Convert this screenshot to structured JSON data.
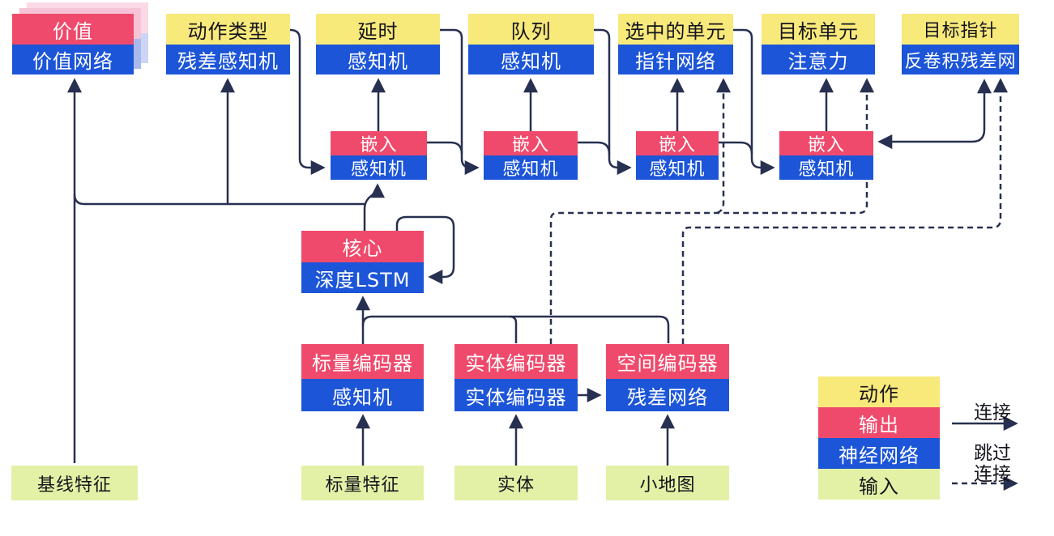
{
  "diagram": {
    "title_semantics": "AlphaStar-style agent architecture diagram (Chinese labels)",
    "heads": [
      {
        "id": "value",
        "top": "价值",
        "bottom": "价值网络",
        "top_type": "output"
      },
      {
        "id": "action-type",
        "top": "动作类型",
        "bottom": "残差感知机",
        "top_type": "action"
      },
      {
        "id": "delay",
        "top": "延时",
        "bottom": "感知机",
        "top_type": "action"
      },
      {
        "id": "queue",
        "top": "队列",
        "bottom": "感知机",
        "top_type": "action"
      },
      {
        "id": "selected-units",
        "top": "选中的单元",
        "bottom": "指针网络",
        "top_type": "action"
      },
      {
        "id": "target-unit",
        "top": "目标单元",
        "bottom": "注意力",
        "top_type": "action"
      },
      {
        "id": "target-pointer",
        "top": "目标指针",
        "bottom": "反卷积残差网",
        "top_type": "action"
      }
    ],
    "embeddings": [
      {
        "top": "嵌入",
        "bottom": "感知机"
      },
      {
        "top": "嵌入",
        "bottom": "感知机"
      },
      {
        "top": "嵌入",
        "bottom": "感知机"
      },
      {
        "top": "嵌入",
        "bottom": "感知机"
      }
    ],
    "core": {
      "top": "核心",
      "bottom": "深度LSTM"
    },
    "encoders": [
      {
        "id": "scalar-encoder",
        "top": "标量编码器",
        "bottom": "感知机"
      },
      {
        "id": "entity-encoder",
        "top": "实体编码器",
        "bottom": "实体编码器"
      },
      {
        "id": "spatial-encoder",
        "top": "空间编码器",
        "bottom": "残差网络"
      }
    ],
    "inputs": [
      {
        "id": "baseline-features",
        "label": "基线特征"
      },
      {
        "id": "scalar-features",
        "label": "标量特征"
      },
      {
        "id": "entities",
        "label": "实体"
      },
      {
        "id": "minimap",
        "label": "小地图"
      }
    ],
    "legend": {
      "rows": [
        {
          "label": "动作",
          "type": "action"
        },
        {
          "label": "输出",
          "type": "output"
        },
        {
          "label": "神经网络",
          "type": "network"
        },
        {
          "label": "输入",
          "type": "input"
        }
      ],
      "solid_arrow_label": "连接",
      "dashed_arrow_label_line1": "跳过",
      "dashed_arrow_label_line2": "连接"
    },
    "colors": {
      "action_yellow": "#f8e97b",
      "output_red": "#ef4a6c",
      "network_blue": "#1c55d8",
      "input_green": "#e3f1a6",
      "wire_navy": "#273050",
      "value_shadow_pink": "#f7c3d6",
      "value_shadow_blue": "#a9b9ee"
    }
  }
}
